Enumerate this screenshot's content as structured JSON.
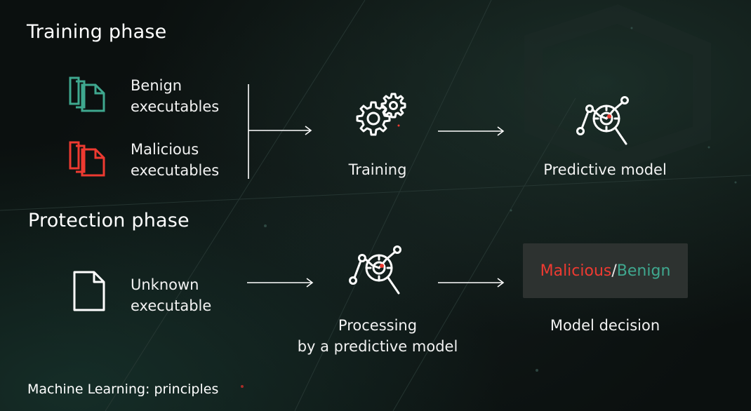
{
  "training": {
    "title": "Training phase",
    "benign_line1": "Benign",
    "benign_line2": "executables",
    "malicious_line1": "Malicious",
    "malicious_line2": "executables",
    "training_label": "Training",
    "model_label": "Predictive model"
  },
  "protection": {
    "title": "Protection phase",
    "unknown_line1": "Unknown",
    "unknown_line2": "executable",
    "processing_line1": "Processing",
    "processing_line2": "by a predictive model",
    "decision_malicious": "Malicious",
    "decision_separator": "/",
    "decision_benign": "Benign",
    "decision_label": "Model decision"
  },
  "footer": "Machine Learning: principles",
  "colors": {
    "benign": "#3fa88f",
    "malicious": "#ee3a31",
    "text": "#ffffff"
  },
  "icons": [
    "benign-files-icon",
    "malicious-files-icon",
    "gears-icon",
    "predictive-model-icon",
    "unknown-file-icon",
    "processing-model-icon"
  ]
}
